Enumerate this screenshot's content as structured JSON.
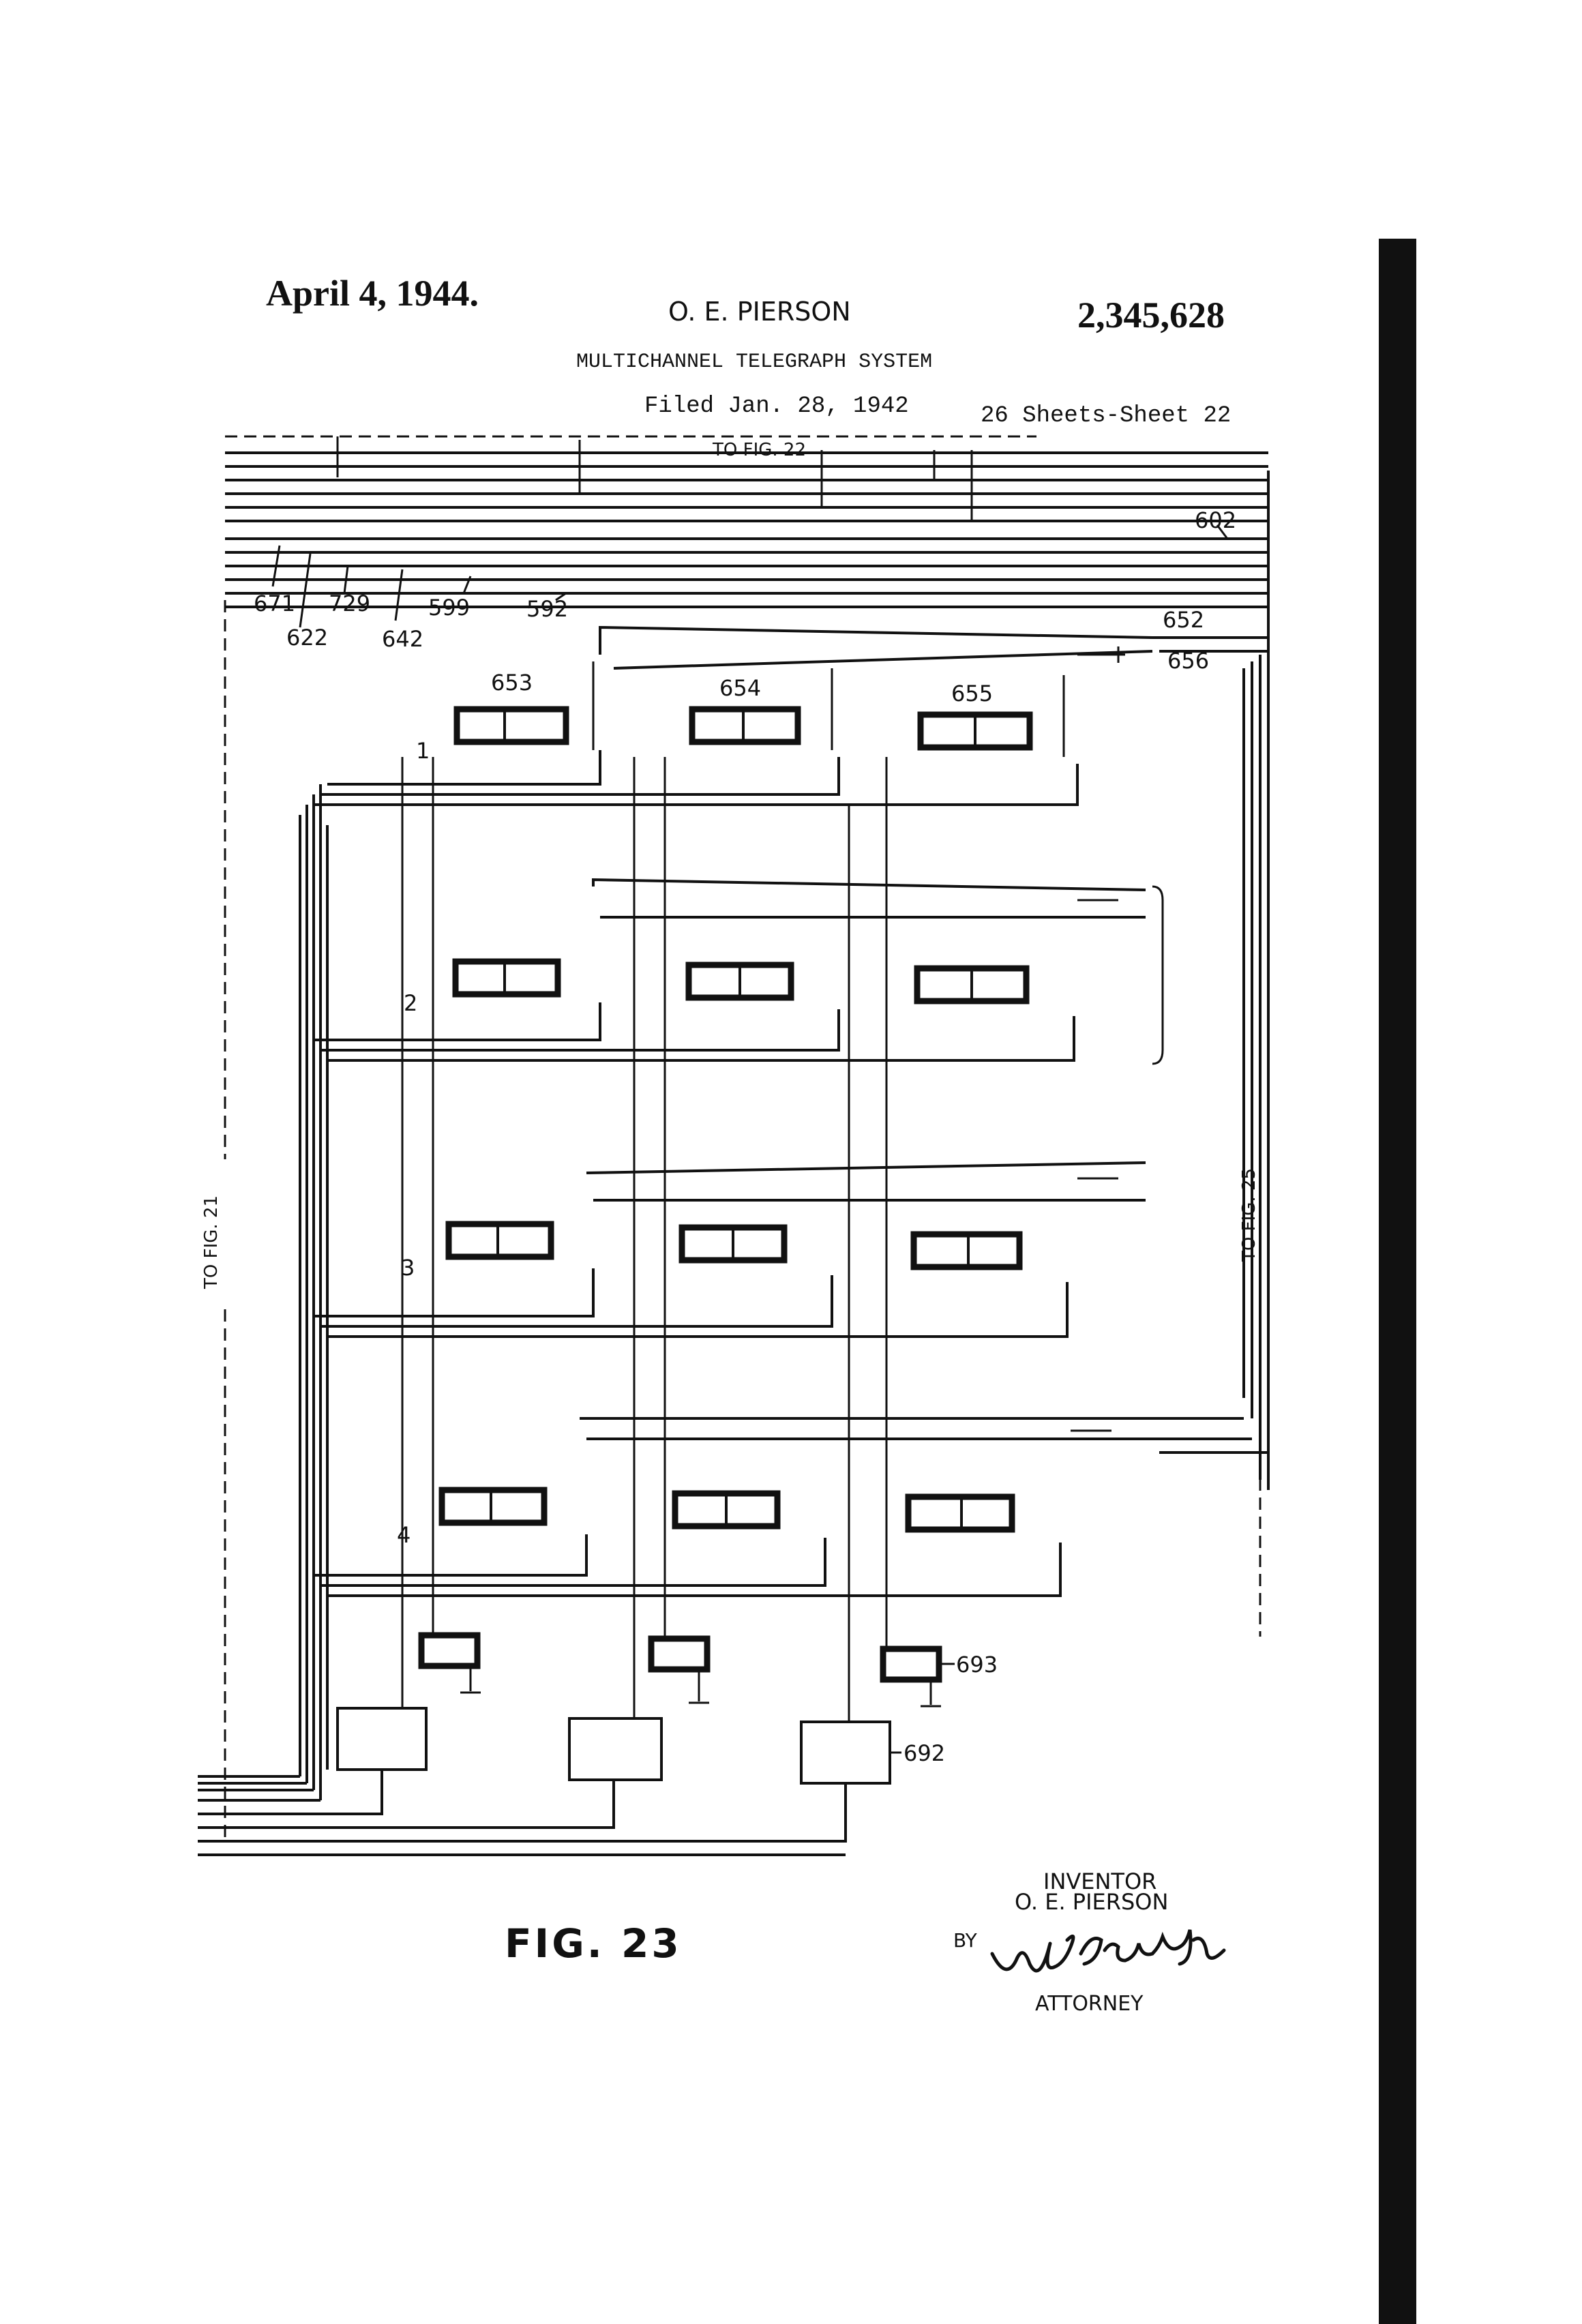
{
  "header": {
    "date": "April 4, 1944.",
    "inventor_name": "O. E. PIERSON",
    "patent_number": "2,345,628",
    "title": "MULTICHANNEL TELEGRAPH SYSTEM",
    "filed": "Filed Jan. 28, 1942",
    "sheets": "26 Sheets-Sheet 22"
  },
  "connectors": {
    "top": "TO FIG. 22",
    "left": "TO FIG. 21",
    "right": "TO FIG. 25"
  },
  "refs": {
    "r602": "602",
    "r671": "671",
    "r729": "729",
    "r599": "599",
    "r592": "592",
    "r622": "622",
    "r642": "642",
    "r652": "652",
    "r656": "656",
    "r653": "653",
    "r654": "654",
    "r655": "655",
    "r693": "693",
    "r692": "692"
  },
  "rows": [
    "1",
    "2",
    "3",
    "4"
  ],
  "figure_label": "FIG. 23",
  "signature_block": {
    "inventor_heading": "INVENTOR",
    "inventor_name": "O. E. PIERSON",
    "by": "BY",
    "attorney": "ATTORNEY"
  }
}
